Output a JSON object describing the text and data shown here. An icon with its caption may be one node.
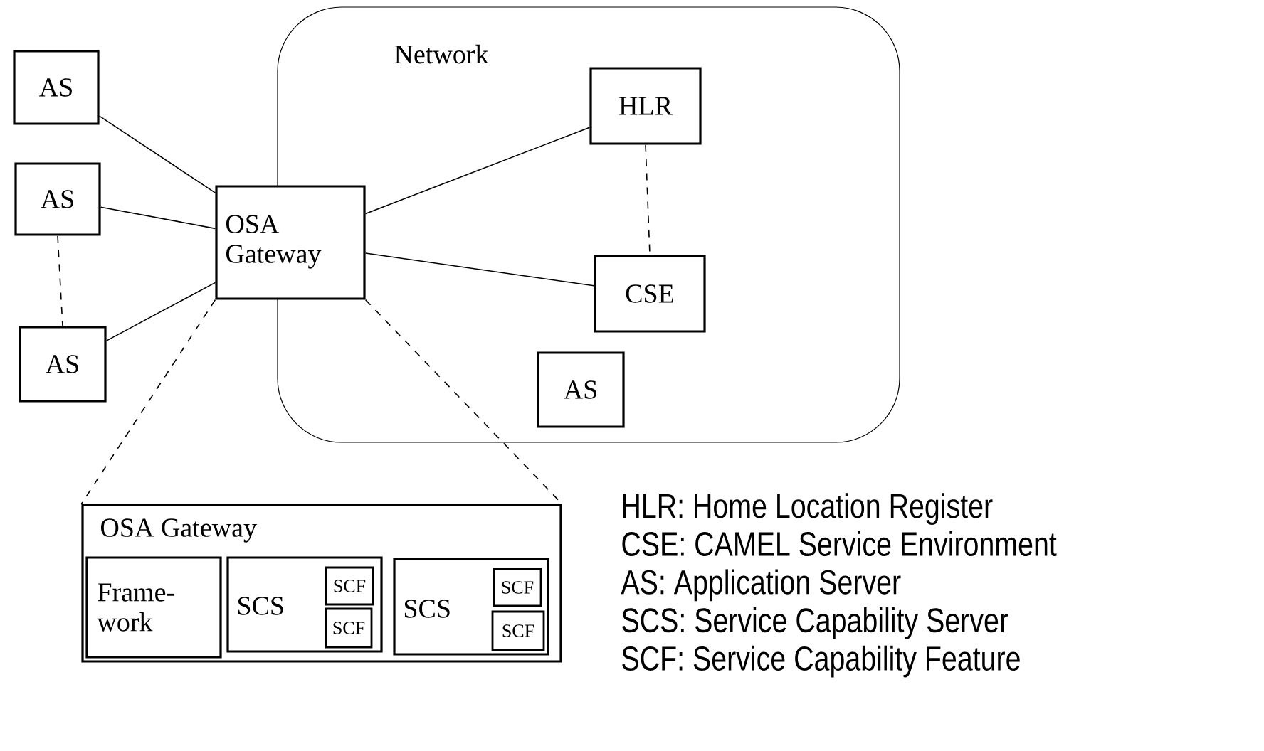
{
  "diagram": {
    "nodes": [
      {
        "text": [
          "Network"
        ]
      },
      {
        "text": [
          "AS"
        ]
      },
      {
        "text": [
          "AS"
        ]
      },
      {
        "text": [
          "AS"
        ]
      },
      {
        "text": [
          "OSA Gateway"
        ]
      },
      {
        "text": [
          "HLR"
        ],
        "in": 0
      },
      {
        "text": [
          "CSE"
        ],
        "in": 0
      },
      {
        "text": [
          "AS"
        ],
        "in": 0
      },
      {
        "text": [
          "OSA Gateway"
        ]
      },
      {
        "text": [
          "Frame- work"
        ],
        "in": 8
      },
      {
        "text": [
          "SCS"
        ],
        "in": 8
      },
      {
        "text": [
          "SCF"
        ],
        "in": 10
      },
      {
        "text": [
          "SCF"
        ],
        "in": 10
      },
      {
        "text": [
          "SCS"
        ],
        "in": 8
      },
      {
        "text": [
          "SCF"
        ],
        "in": 13
      },
      {
        "text": [
          "SCF"
        ],
        "in": 13
      }
    ],
    "edges": [
      {
        "from": 1,
        "to": 4,
        "arrow": "none"
      },
      {
        "from": 2,
        "to": 4,
        "arrow": "none"
      },
      {
        "from": 3,
        "to": 4,
        "arrow": "none"
      },
      {
        "from": 2,
        "to": 3,
        "arrow": "none",
        "style": "dashed"
      },
      {
        "from": 4,
        "to": 5,
        "arrow": "none"
      },
      {
        "from": 4,
        "to": 6,
        "arrow": "none"
      },
      {
        "from": 5,
        "to": 6,
        "arrow": "none",
        "style": "dashed"
      },
      {
        "from": 4,
        "to": 8,
        "arrow": "none",
        "style": "dashed"
      },
      {
        "from": 4,
        "to": 8,
        "arrow": "none",
        "style": "dashed"
      }
    ],
    "labels": [
      "HLR: Home Location Register",
      "CSE: CAMEL Service Environment",
      "AS: Application Server",
      "SCS: Service Capability Server",
      "SCF: Service Capability Feature"
    ]
  }
}
